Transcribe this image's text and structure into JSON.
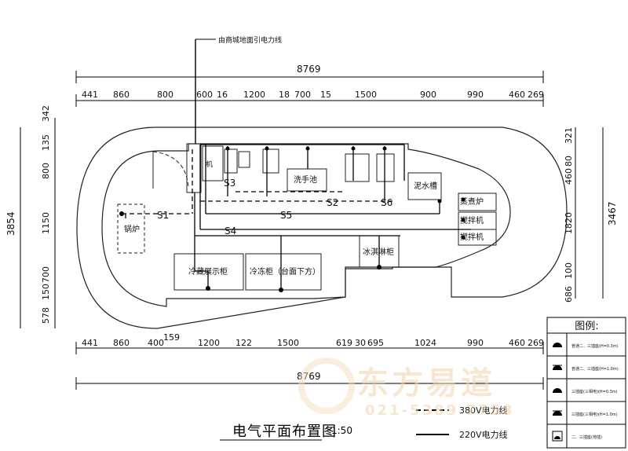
{
  "feed_label": "由商城地面引电力线",
  "total_width_label": "8769",
  "top_dims": [
    "441",
    "860",
    "800",
    "600",
    "16",
    "1200",
    "18",
    "700",
    "15",
    "1500",
    "900",
    "990",
    "460",
    "269"
  ],
  "bottom_dims": [
    "441",
    "860",
    "400",
    "159",
    "1200",
    "122",
    "1500",
    "619",
    "30",
    "695",
    "1024",
    "990",
    "460",
    "269"
  ],
  "left_dims": [
    "342",
    "135",
    "800",
    "1150",
    "700",
    "150",
    "578"
  ],
  "left_total": "3854",
  "right_dims": [
    "321",
    "80",
    "460",
    "1820",
    "100",
    "686"
  ],
  "right_total": "3467",
  "rooms": {
    "boiler": "锅炉",
    "machine": "机",
    "wash_sink": "洗手池",
    "sink": "泥水槽",
    "stove": "蒸煮炉",
    "mixer1": "搅拌机",
    "mixer2": "搅拌机",
    "ice_cabinet": "冰淇淋柜",
    "cold_display": "冷藏展示柜",
    "freezer": "冷冻柜（台面下方）"
  },
  "circuits": [
    "S1",
    "S2",
    "S3",
    "S4",
    "S5",
    "S6"
  ],
  "legend": {
    "title": "图例:",
    "items": [
      "普通二、三插座(H=0.3m)",
      "普通二、三插座(H=1.0m)",
      "三插座(三相电)(H=0.3m)",
      "三插座(三相电)(H=1.0m)",
      "二、三插座(地插)"
    ]
  },
  "line_legend": {
    "dashed": "380V电力线",
    "solid": "220V电力线"
  },
  "title": "电气平面布置图",
  "scale": "1:50",
  "watermark": {
    "brand": "东方易道",
    "phone": "021-5389 7758"
  },
  "colors": {
    "ink": "#111111",
    "watermark": "#f3d4ab"
  }
}
